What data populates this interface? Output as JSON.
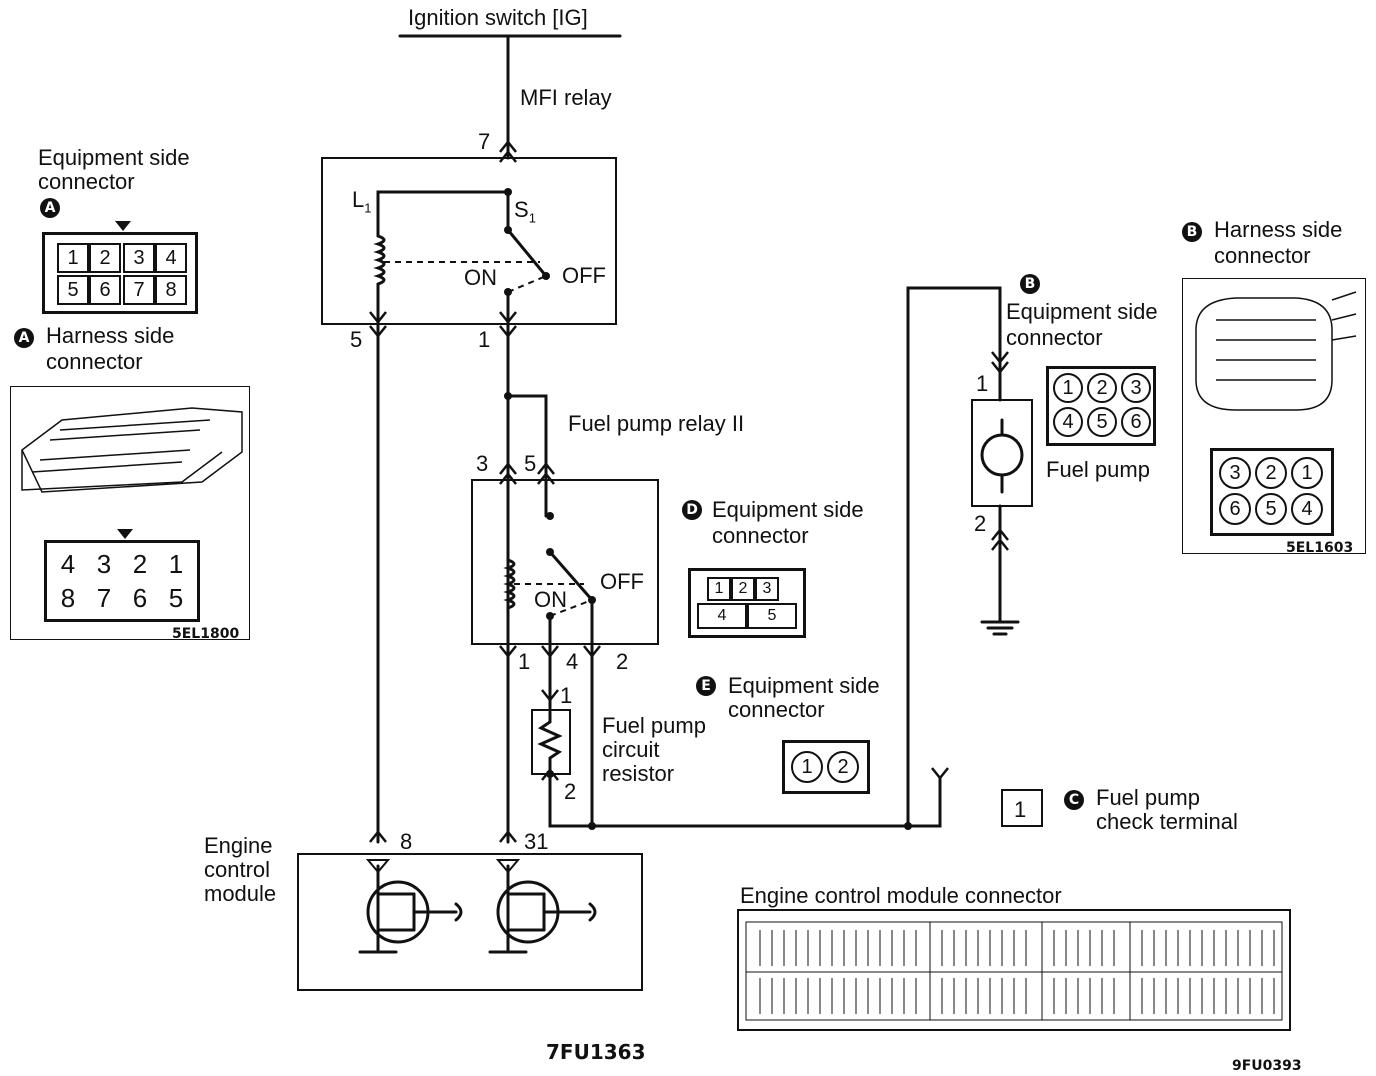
{
  "labels": {
    "ignition_switch": "Ignition switch [IG]",
    "mfi_relay": "MFI relay",
    "fuel_pump_relay": "Fuel pump relay II",
    "fuel_pump": "Fuel pump",
    "resistor_l1": "Fuel pump",
    "resistor_l2": "circuit",
    "resistor_l3": "resistor",
    "ecm_l1": "Engine",
    "ecm_l2": "control",
    "ecm_l3": "module",
    "ecm_connector": "Engine control module connector",
    "l1": "L",
    "l1_sub": "1",
    "s1": "S",
    "s1_sub": "1",
    "on": "ON",
    "off": "OFF"
  },
  "pins": {
    "mfi_7": "7",
    "mfi_5": "5",
    "mfi_1": "1",
    "fpr_3": "3",
    "fpr_5": "5",
    "fpr_1": "1",
    "fpr_4": "4",
    "fpr_2": "2",
    "res_1": "1",
    "res_2": "2",
    "pump_1": "1",
    "pump_2": "2",
    "ecm_8": "8",
    "ecm_31": "31"
  },
  "connectors": {
    "a_equipment": {
      "letter": "A",
      "title_l1": "Equipment side",
      "title_l2": "connector",
      "row1": [
        "1",
        "2",
        "3",
        "4"
      ],
      "row2": [
        "5",
        "6",
        "7",
        "8"
      ]
    },
    "a_harness": {
      "letter": "A",
      "title_l1": "Harness side",
      "title_l2": "connector",
      "row1": [
        "4",
        "3",
        "2",
        "1"
      ],
      "row2": [
        "8",
        "7",
        "6",
        "5"
      ],
      "code": "5EL1800"
    },
    "b_equipment": {
      "letter": "B",
      "title_l1": "Equipment side",
      "title_l2": "connector",
      "row1": [
        "1",
        "2",
        "3"
      ],
      "row2": [
        "4",
        "5",
        "6"
      ]
    },
    "b_harness": {
      "letter": "B",
      "title_l1": "Harness side",
      "title_l2": "connector",
      "row1": [
        "3",
        "2",
        "1"
      ],
      "row2": [
        "6",
        "5",
        "4"
      ],
      "code": "5EL1603"
    },
    "d_equipment": {
      "letter": "D",
      "title_l1": "Equipment side",
      "title_l2": "connector",
      "row1": [
        "1",
        "2",
        "3"
      ],
      "row2": [
        "4",
        "5"
      ]
    },
    "e_equipment": {
      "letter": "E",
      "title_l1": "Equipment side",
      "title_l2": "connector",
      "pins": [
        "1",
        "2"
      ]
    },
    "c_check": {
      "letter": "C",
      "title_l1": "Fuel pump",
      "title_l2": "check terminal",
      "pin": "1"
    }
  },
  "codes": {
    "figure": "7FU1363",
    "ecm_figure": "9FU0393"
  },
  "colors": {
    "ink": "#111111",
    "paper": "#ffffff"
  }
}
